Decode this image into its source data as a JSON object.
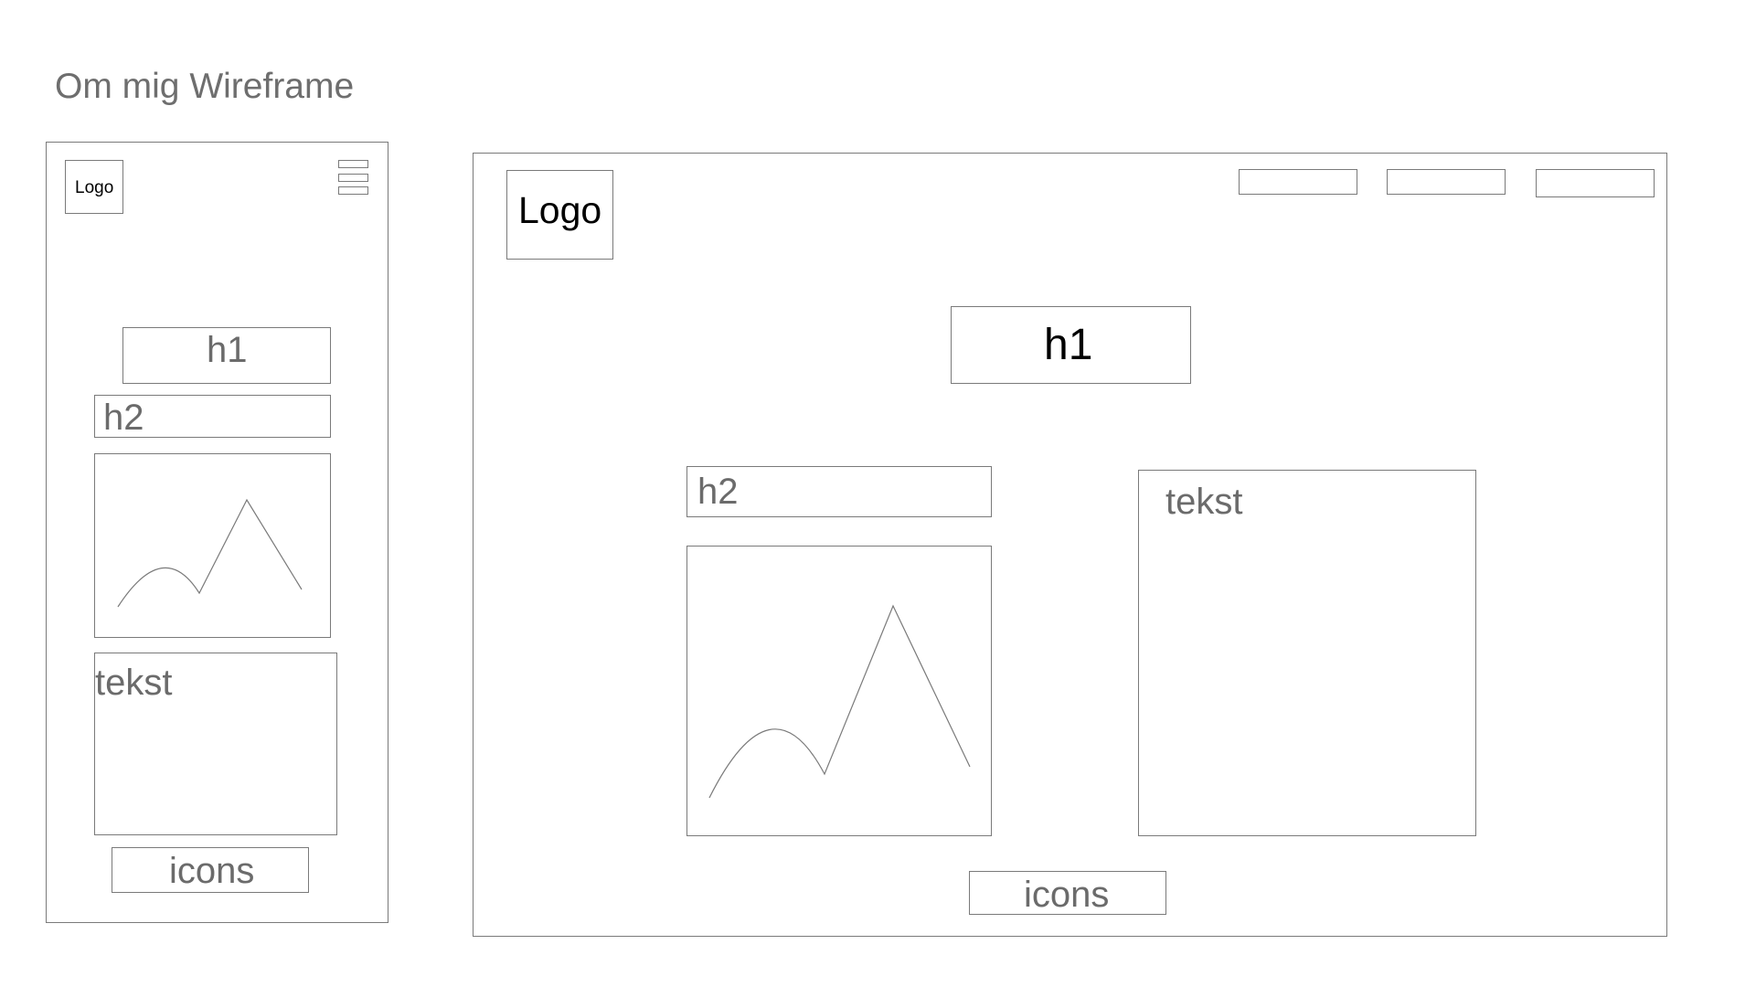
{
  "title": "Om mig Wireframe",
  "mobile": {
    "logo": "Logo",
    "h1": "h1",
    "h2": "h2",
    "tekst": "tekst",
    "icons": "icons"
  },
  "desktop": {
    "logo": "Logo",
    "h1": "h1",
    "h2": "h2",
    "tekst": "tekst",
    "icons": "icons",
    "nav_item_count": 3
  },
  "icons": {
    "hamburger": "hamburger-menu-icon",
    "image_placeholder": "mountain-image-placeholder-icon"
  }
}
